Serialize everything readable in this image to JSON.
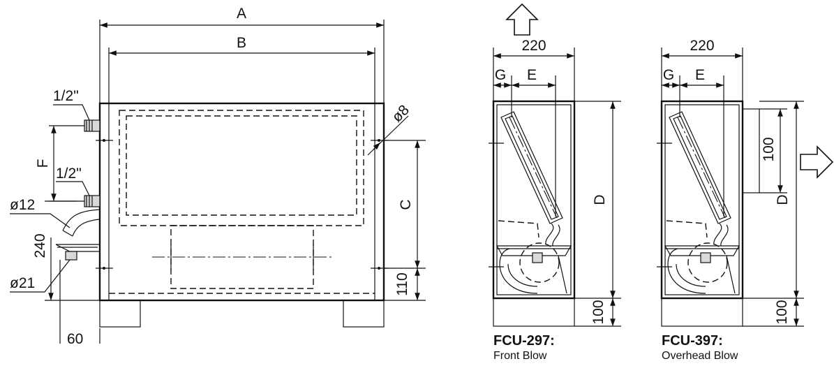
{
  "side_view": {
    "labels": {
      "A": "A",
      "B": "B",
      "C": "C",
      "F": "F",
      "half_inch_top": "1/2\"",
      "half_inch_bottom": "1/2\"",
      "phi8": "ø8",
      "phi12": "ø12",
      "phi21": "ø21",
      "dim_240": "240",
      "dim_110": "110",
      "dim_60": "60"
    }
  },
  "front_blow": {
    "labels": {
      "width": "220",
      "G": "G",
      "E": "E",
      "D": "D",
      "dim_100": "100"
    },
    "caption_model": "FCU-297:",
    "caption_desc": "Front Blow"
  },
  "overhead_blow": {
    "labels": {
      "width": "220",
      "G": "G",
      "E": "E",
      "D": "D",
      "dim_100_top": "100",
      "dim_100_bottom": "100"
    },
    "caption_model": "FCU-397:",
    "caption_desc": "Overhead Blow"
  },
  "icons": [
    "arrow-up-icon",
    "arrow-right-icon"
  ]
}
